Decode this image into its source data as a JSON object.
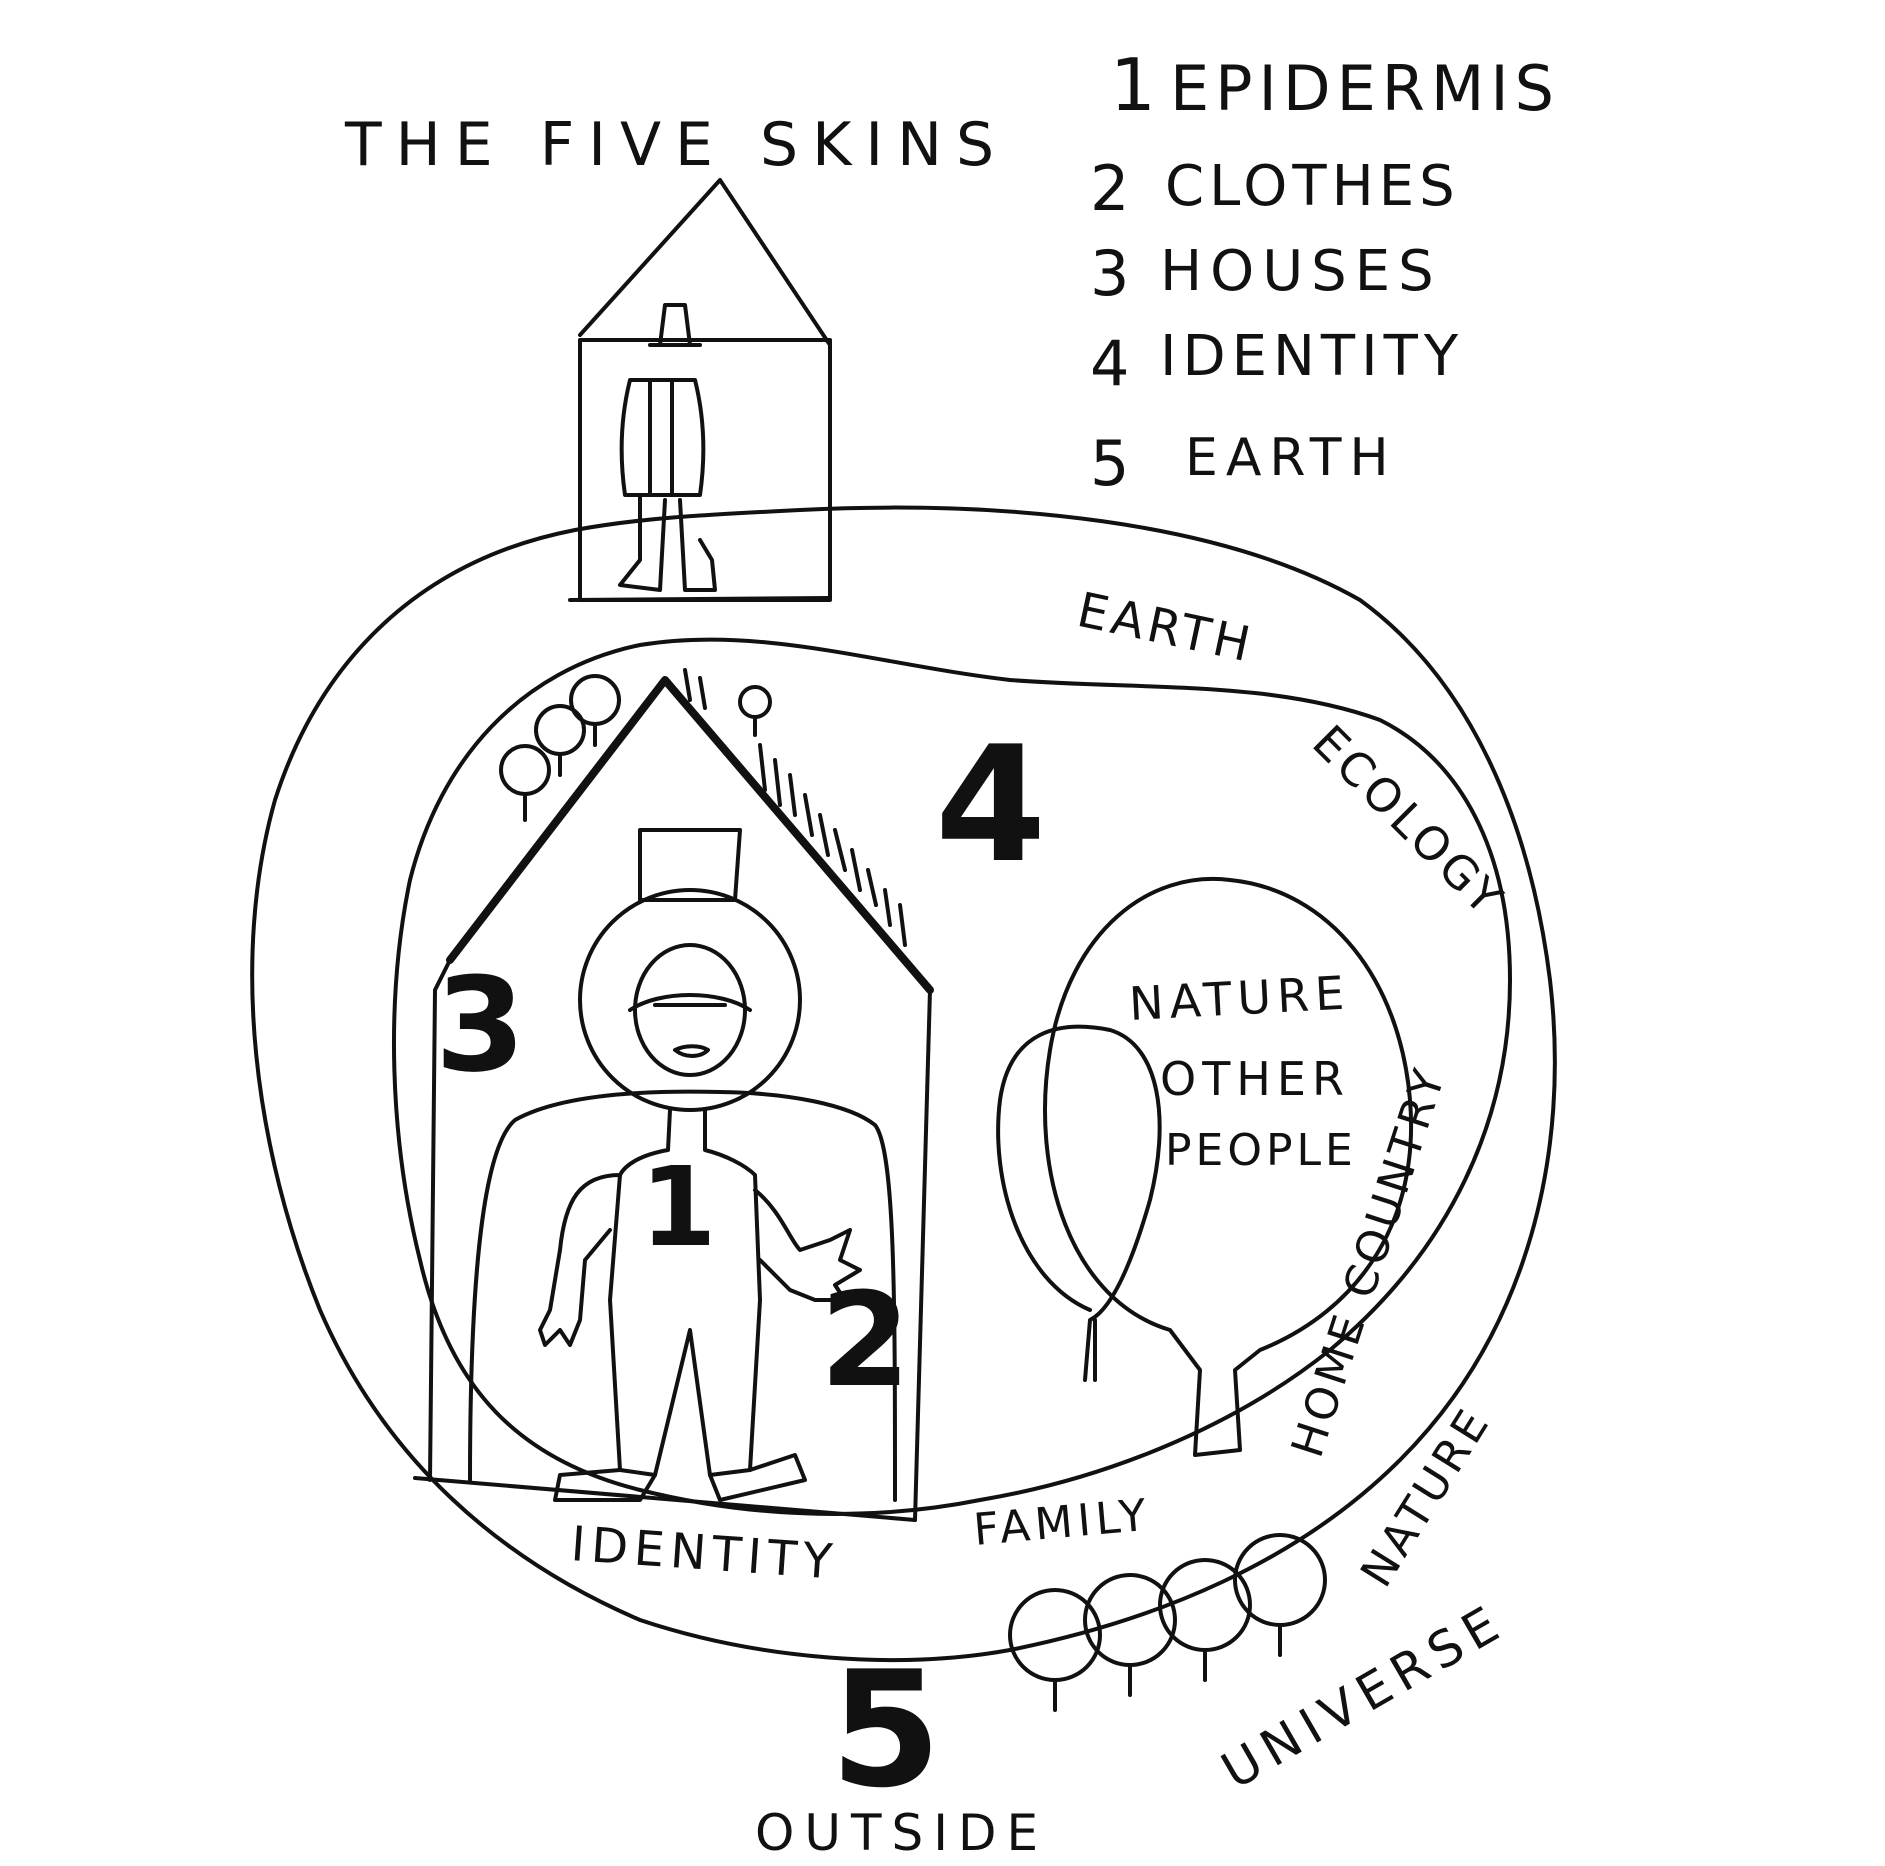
{
  "title": "THE FIVE SKINS",
  "legend": [
    {
      "number": "1",
      "label": "EPIDERMIS"
    },
    {
      "number": "2",
      "label": "CLOTHES"
    },
    {
      "number": "3",
      "label": "HOUSES"
    },
    {
      "number": "4",
      "label": "IDENTITY"
    },
    {
      "number": "5",
      "label": "EARTH"
    }
  ],
  "diagram": {
    "markers": {
      "one": "1",
      "two": "2",
      "three": "3",
      "four": "4",
      "five": "5"
    },
    "labels": {
      "earth": "EARTH",
      "ecology": "ECOLOGY",
      "nature_inner": "NATURE",
      "other": "OTHER",
      "people": "PEOPLE",
      "home_country": "HOME COUNTRY",
      "family": "FAMILY",
      "identity": "IDENTITY",
      "nature_outer": "NATURE",
      "universe": "UNIVERSE",
      "outside": "OUTSIDE"
    }
  },
  "colors": {
    "ink": "#111111",
    "paper": "#ffffff"
  }
}
